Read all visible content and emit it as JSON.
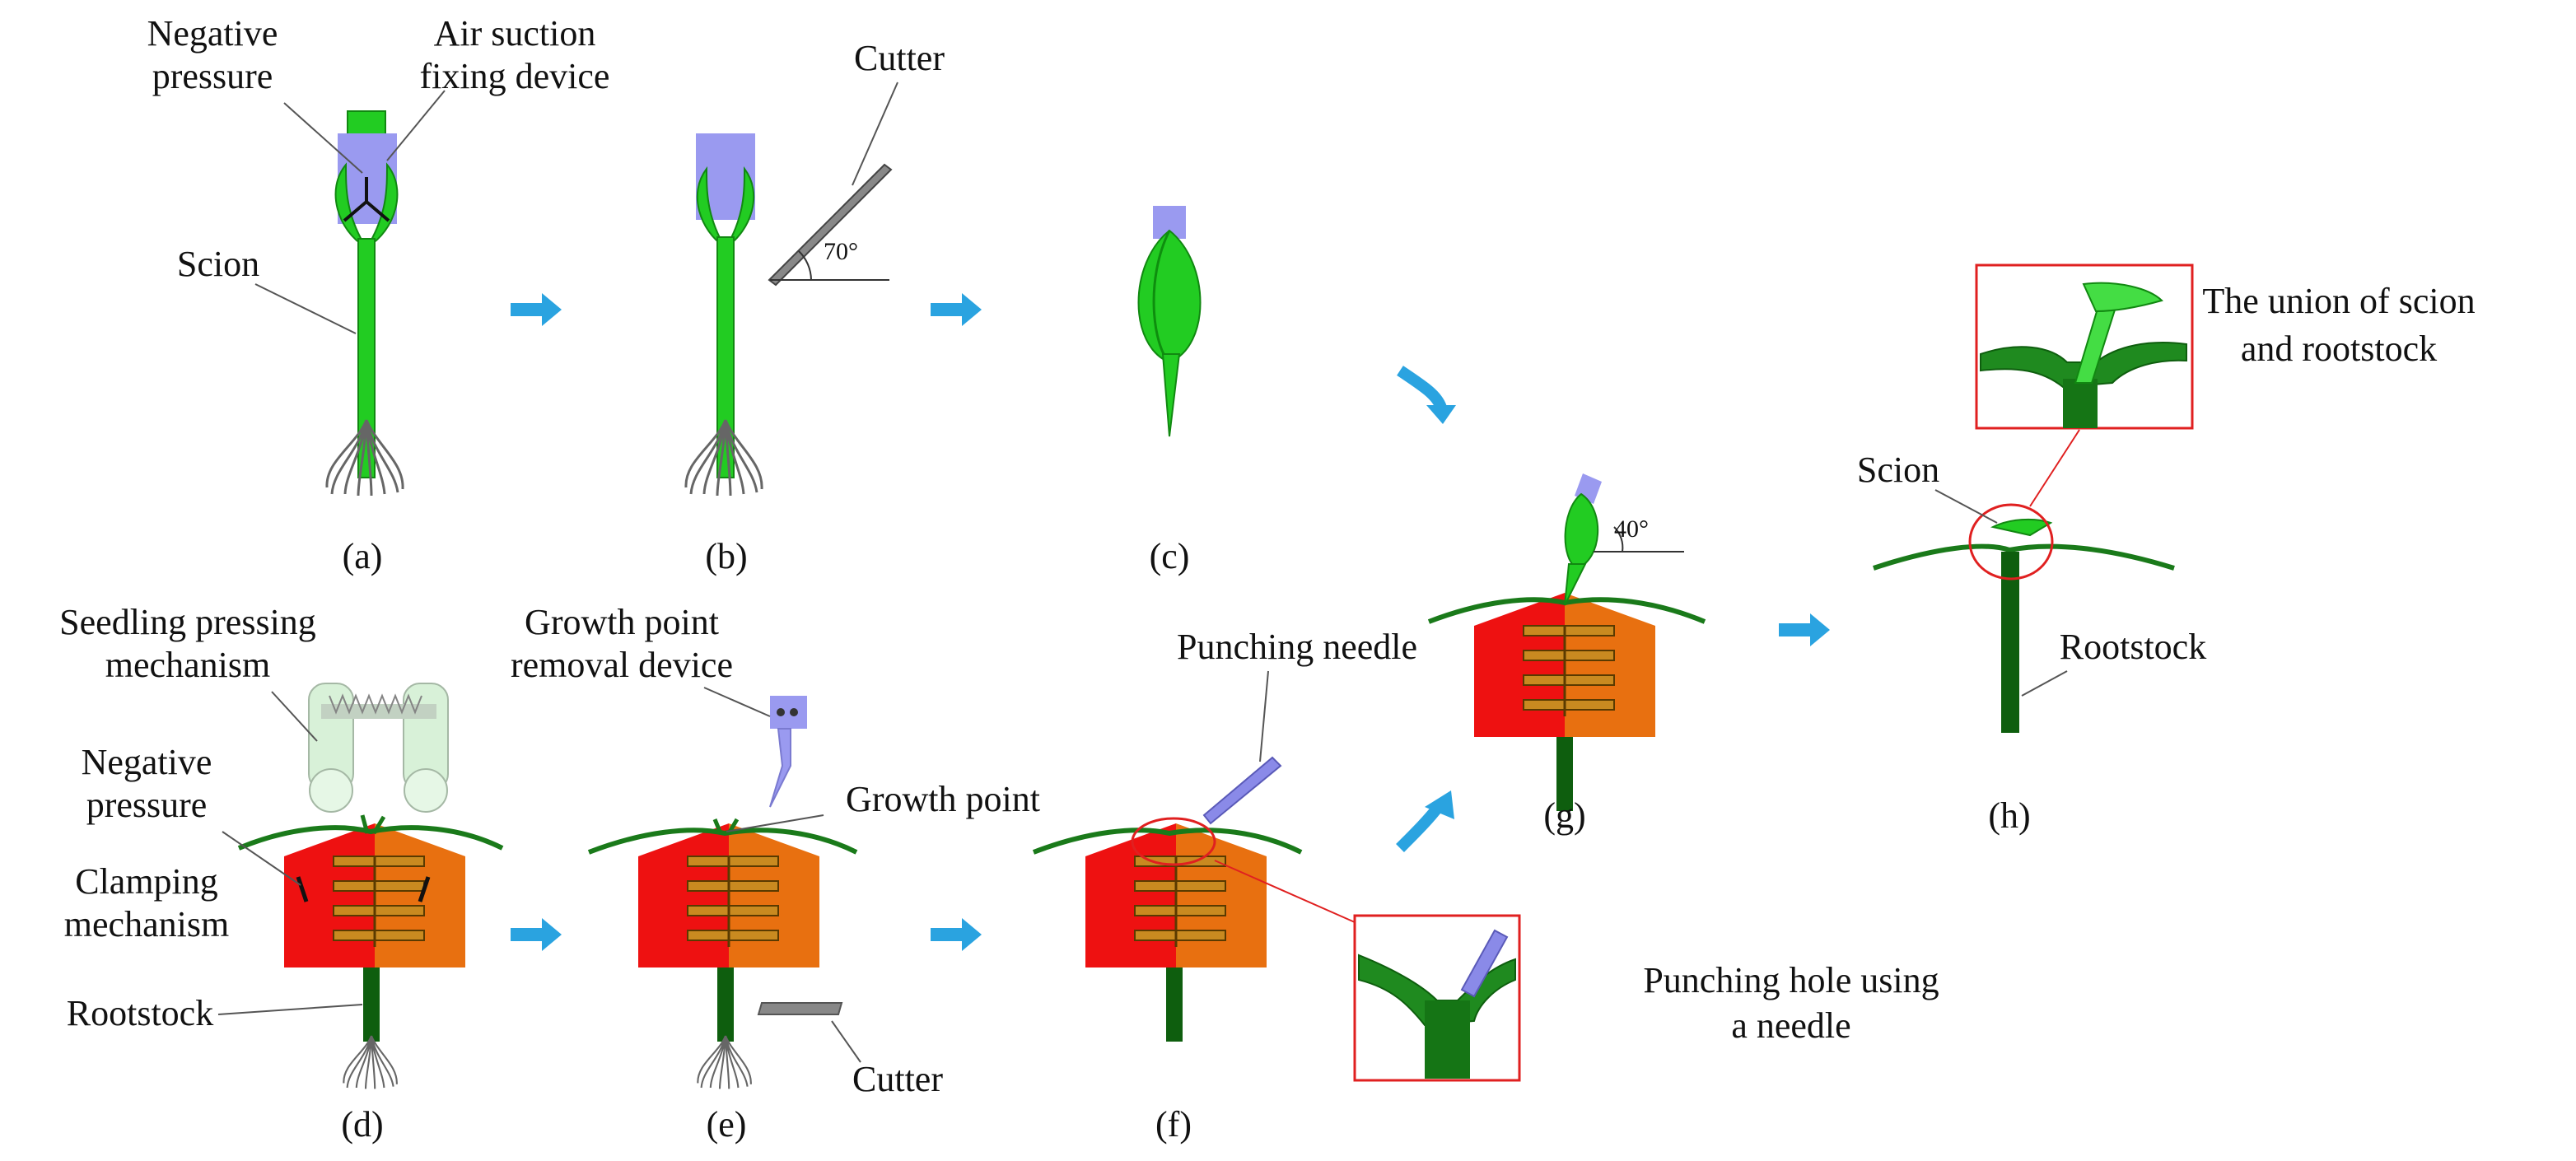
{
  "panels": {
    "a": {
      "caption": "(a)",
      "labels": {
        "negative_pressure_1": "Negative",
        "negative_pressure_2": "pressure",
        "air_suction_1": "Air suction",
        "air_suction_2": "fixing device",
        "scion": "Scion"
      }
    },
    "b": {
      "caption": "(b)",
      "labels": {
        "cutter": "Cutter",
        "angle": "70°"
      }
    },
    "c": {
      "caption": "(c)"
    },
    "d": {
      "caption": "(d)",
      "labels": {
        "seedling_pressing_1": "Seedling pressing",
        "seedling_pressing_2": "mechanism",
        "negative_pressure_1": "Negative",
        "negative_pressure_2": "pressure",
        "clamping_1": "Clamping",
        "clamping_2": "mechanism",
        "rootstock": "Rootstock"
      }
    },
    "e": {
      "caption": "(e)",
      "labels": {
        "growth_removal_1": "Growth point",
        "growth_removal_2": "removal device",
        "growth_point": "Growth point",
        "cutter": "Cutter"
      }
    },
    "f": {
      "caption": "(f)",
      "labels": {
        "punching_needle": "Punching needle",
        "punching_hole_1": "Punching hole using",
        "punching_hole_2": "a needle"
      }
    },
    "g": {
      "caption": "(g)",
      "labels": {
        "angle": "40°"
      }
    },
    "h": {
      "caption": "(h)",
      "labels": {
        "union_1": "The union of scion",
        "union_2": "and rootstock",
        "scion": "Scion",
        "rootstock": "Rootstock"
      }
    }
  },
  "colors": {
    "stem_green": "#22cc22",
    "leaf_green": "#1a7a1a",
    "dark_green": "#0e5e0e",
    "clamp_red": "#ee1111",
    "clamp_orange": "#e87010",
    "device_purple": "#9a9af0",
    "arrow_blue": "#2aa3e0",
    "callout_red": "#e02020"
  }
}
